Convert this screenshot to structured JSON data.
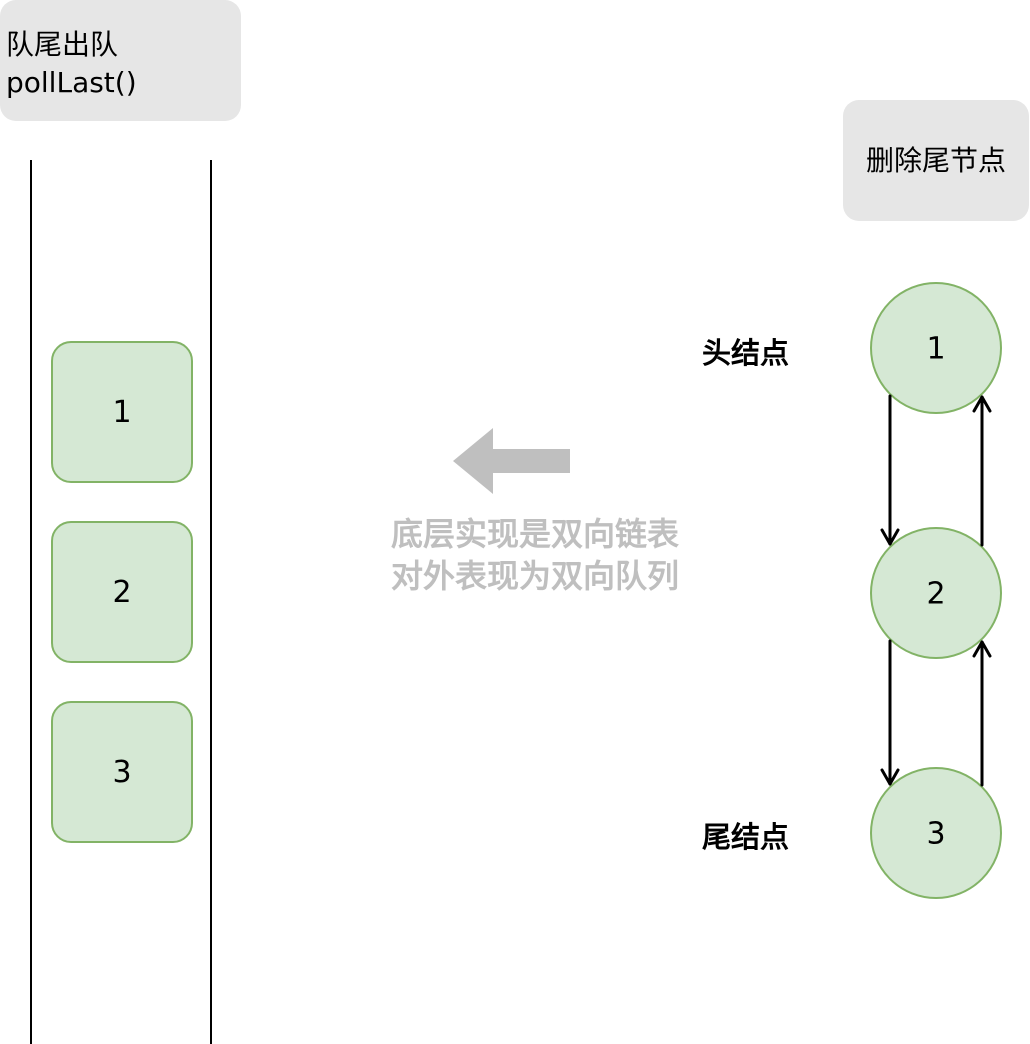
{
  "title": {
    "line1": "队尾出队",
    "line2": "pollLast()"
  },
  "action": "删除尾节点",
  "queue": {
    "items": [
      "1",
      "2",
      "3"
    ]
  },
  "caption": {
    "line1": "底层实现是双向链表",
    "line2": "对外表现为双向队列"
  },
  "list": {
    "head_label": "头结点",
    "tail_label": "尾结点",
    "nodes": [
      "1",
      "2",
      "3"
    ]
  },
  "colors": {
    "node_fill": "#d5e8d4",
    "node_stroke": "#82b366",
    "label_bg": "#e6e6e6",
    "arrow_gray": "#bfbfbf"
  }
}
